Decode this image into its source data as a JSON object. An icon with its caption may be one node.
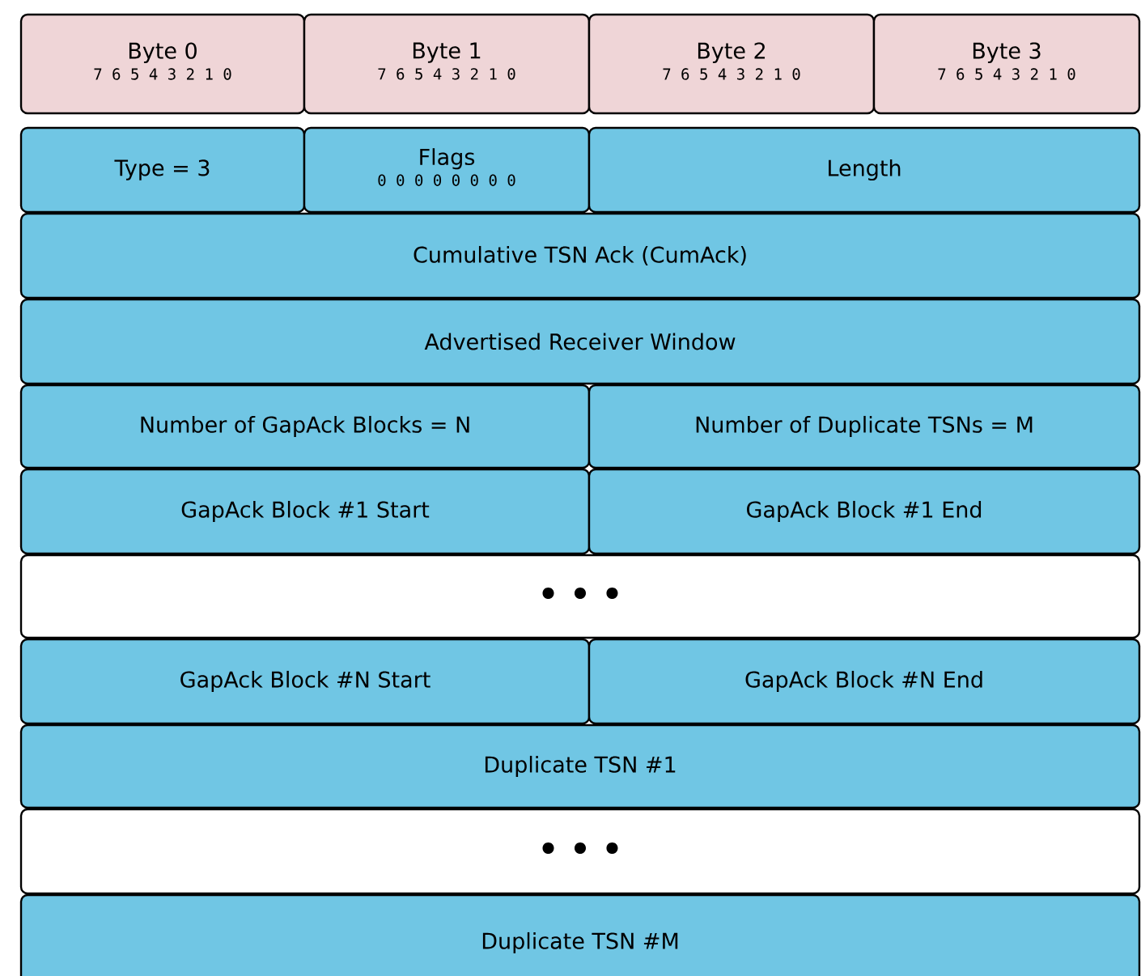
{
  "diagram": {
    "nodes": [
      {
        "text": [
          "Byte 0",
          "7 6 5 4 3 2 1 0"
        ]
      },
      {
        "text": [
          "Byte 1",
          "7 6 5 4 3 2 1 0"
        ]
      },
      {
        "text": [
          "Byte 2",
          "7 6 5 4 3 2 1 0"
        ]
      },
      {
        "text": [
          "Byte 3",
          "7 6 5 4 3 2 1 0"
        ]
      },
      {
        "text": [
          "Type = 3"
        ]
      },
      {
        "text": [
          "Flags",
          "0 0 0 0 0 0 0 0"
        ]
      },
      {
        "text": [
          "Length"
        ]
      },
      {
        "text": [
          "Cumulative TSN Ack (CumAck)"
        ]
      },
      {
        "text": [
          "Advertised Receiver Window"
        ]
      },
      {
        "text": [
          "Number of GapAck Blocks = N"
        ]
      },
      {
        "text": [
          "Number of Duplicate TSNs = M"
        ]
      },
      {
        "text": [
          "GapAck Block #1 Start"
        ]
      },
      {
        "text": [
          "GapAck Block #1 End"
        ]
      },
      {
        "text": [
          "• • •"
        ]
      },
      {
        "text": [
          "GapAck Block #N Start"
        ]
      },
      {
        "text": [
          "GapAck Block #N End"
        ]
      },
      {
        "text": [
          "Duplicate TSN #1"
        ]
      },
      {
        "text": [
          "• • •"
        ]
      },
      {
        "text": [
          "Duplicate TSN #M"
        ]
      }
    ]
  }
}
